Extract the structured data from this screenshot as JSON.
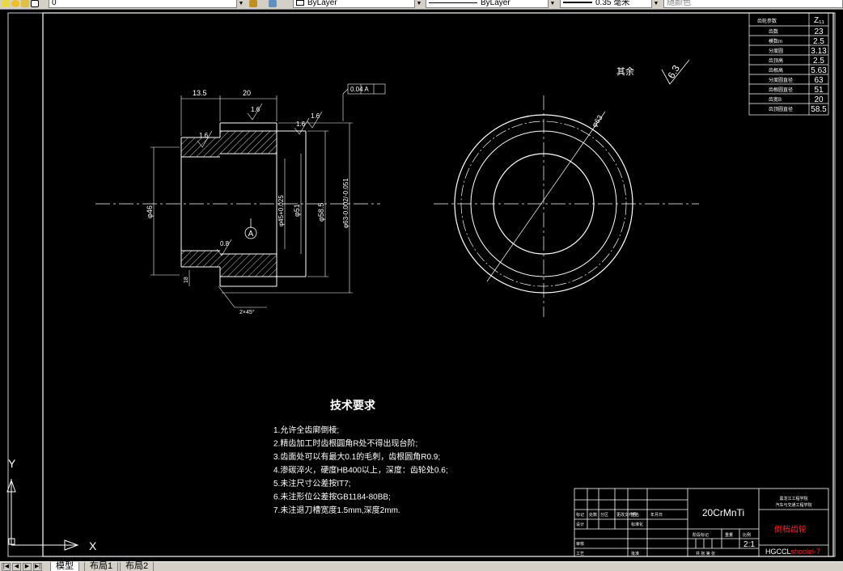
{
  "toolbar": {
    "layer_value": "0",
    "color_value": "ByLayer",
    "linetype_value": "ByLayer",
    "lineweight_value": "0.35 毫米",
    "plotstyle_value": "随颜色"
  },
  "tabs": {
    "items": [
      {
        "label": "模型",
        "active": true
      },
      {
        "label": "布局1",
        "active": false
      },
      {
        "label": "布局2",
        "active": false
      }
    ]
  },
  "drawing": {
    "dims": {
      "top_left": "13.5",
      "top_mid": "20",
      "tolerance_frame": "0.04 A",
      "rough_16a": "1.6",
      "rough_16b": "1.6",
      "rough_16c": "1.6",
      "rough_16d": "1.6",
      "rough_08": "0.8",
      "dia46": "φ46",
      "dia45": "φ45+0.025",
      "dia51": "φ51",
      "dia585": "φ58.5",
      "dia63": "φ63-0.002/-0.051",
      "datum": "A",
      "chamfer": "2×45°",
      "dim_small": "18",
      "circle_dia": "φ63"
    },
    "surface_note": {
      "label": "其余",
      "value": "6.3"
    },
    "gear_table": {
      "header_left": "齿轮参数",
      "header_right": "Z₁₁",
      "rows": [
        {
          "name": "齿数",
          "value": "23"
        },
        {
          "name": "模数m",
          "value": "2.5"
        },
        {
          "name": "分度圆",
          "value": "3.13"
        },
        {
          "name": "齿顶高",
          "value": "2.5"
        },
        {
          "name": "齿根高",
          "value": "5.63"
        },
        {
          "name": "分度圆直径",
          "value": "63"
        },
        {
          "name": "齿根圆直径",
          "value": "51"
        },
        {
          "name": "齿宽B",
          "value": "20"
        },
        {
          "name": "齿顶圆直径",
          "value": "58.5"
        }
      ]
    },
    "tech_req": {
      "title": "技术要求",
      "items": [
        "1.允许全齿廓倒棱;",
        "2.精齿加工时齿根圆角R处不得出现台阶;",
        "3.齿面处可以有最大0.1的毛刺，齿根圆角R0.9;",
        "4.渗碳淬火，硬度HB400以上，深度：齿轮处0.6;",
        "5.未注尺寸公差按IT7;",
        "6.未注形位公差按GB1184-80BB;",
        "7.未注退刀槽宽度1.5mm,深度2mm."
      ]
    },
    "title_block": {
      "material": "20CrMnTi",
      "org_line1": "黑龙江工程学院",
      "org_line2": "汽车与交通工程学院",
      "part_name": "倒档齿轮",
      "scale": "2:1",
      "drawing_no": "HGCCL",
      "drawing_no_suffix": "shoolel-7",
      "label_stage": "阶段标记",
      "label_weight": "重量",
      "label_scale": "比例",
      "label_design": "设计",
      "label_review": "审核",
      "label_process": "工艺",
      "label_approve": "批准",
      "label_std": "标准化",
      "label_sign": "签名",
      "label_date": "年月日",
      "label_mark": "标记",
      "label_count": "处数",
      "label_zone": "分区",
      "label_docno": "更改文件号",
      "label_sheet": "共 张 第 张"
    },
    "ucs": {
      "x_label": "X",
      "y_label": "Y"
    }
  },
  "colors": {
    "background": "#000000",
    "lines": "#ffffff",
    "red_text": "#ff2020",
    "toolbar": "#d4d0c8"
  }
}
